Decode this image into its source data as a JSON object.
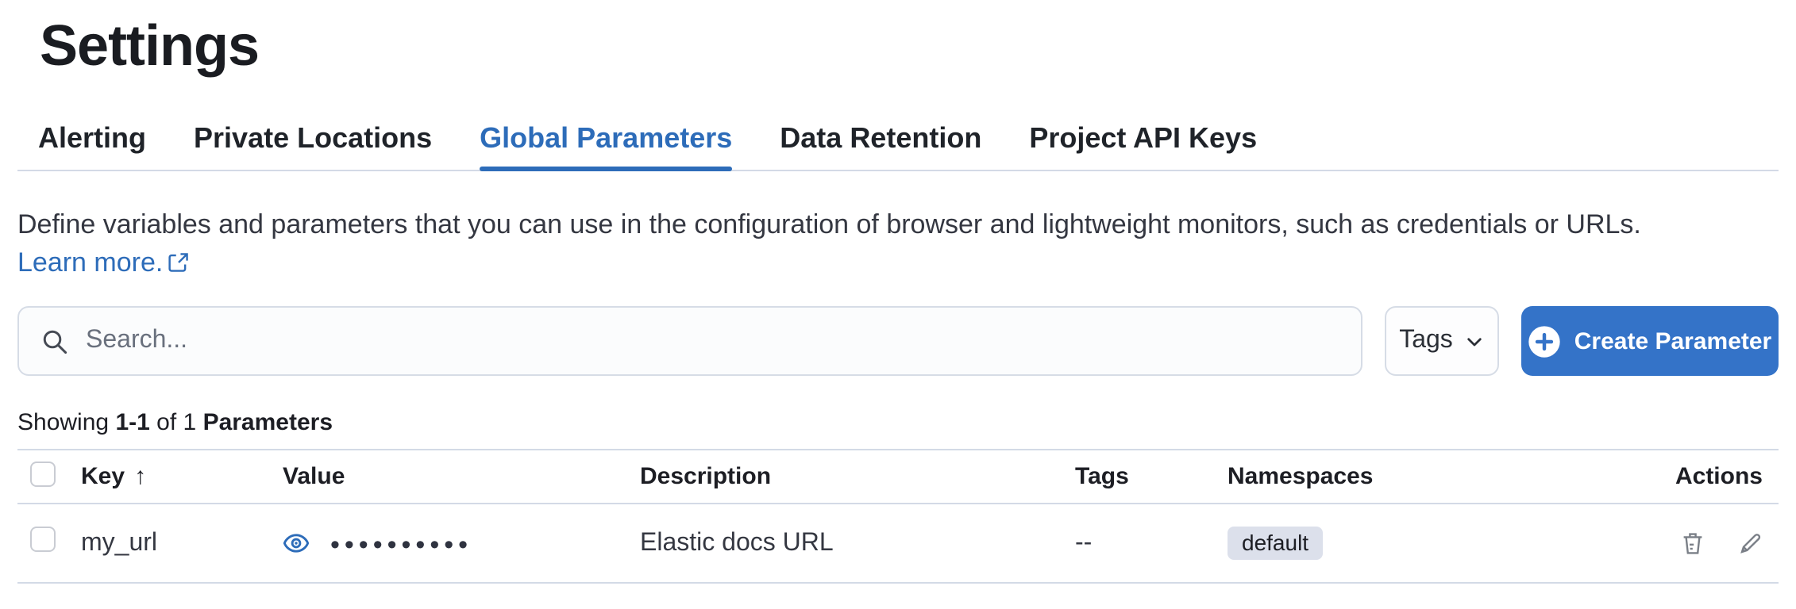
{
  "page": {
    "title": "Settings"
  },
  "tabs": [
    {
      "label": "Alerting",
      "active": false
    },
    {
      "label": "Private Locations",
      "active": false
    },
    {
      "label": "Global Parameters",
      "active": true
    },
    {
      "label": "Data Retention",
      "active": false
    },
    {
      "label": "Project API Keys",
      "active": false
    }
  ],
  "description": {
    "text": "Define variables and parameters that you can use in the configuration of browser and lightweight monitors, such as credentials or URLs.",
    "link_label": "Learn more."
  },
  "toolbar": {
    "search_placeholder": "Search...",
    "search_value": "",
    "tags_label": "Tags",
    "create_label": "Create Parameter"
  },
  "summary": {
    "showing": "Showing",
    "range": "1-1",
    "of": "of",
    "total": "1",
    "noun": "Parameters"
  },
  "table": {
    "columns": {
      "key": "Key",
      "value": "Value",
      "description": "Description",
      "tags": "Tags",
      "namespaces": "Namespaces",
      "actions": "Actions"
    },
    "sort": {
      "column": "Key",
      "direction": "ascending",
      "arrow": "↑"
    },
    "row": {
      "key": "my_url",
      "value_masked": "••••••••••",
      "description": "Elastic docs URL",
      "tags": "--",
      "namespace": "default"
    }
  },
  "colors": {
    "accent-fill": "#3473C8",
    "accent-text": "#2D6CB9",
    "icon-gray": "#7a7f87",
    "border": "#D3DAE6",
    "badge-bg": "#DCE0EB",
    "text": "#343741",
    "heading": "#1A1C21",
    "muted": "#69707D"
  }
}
